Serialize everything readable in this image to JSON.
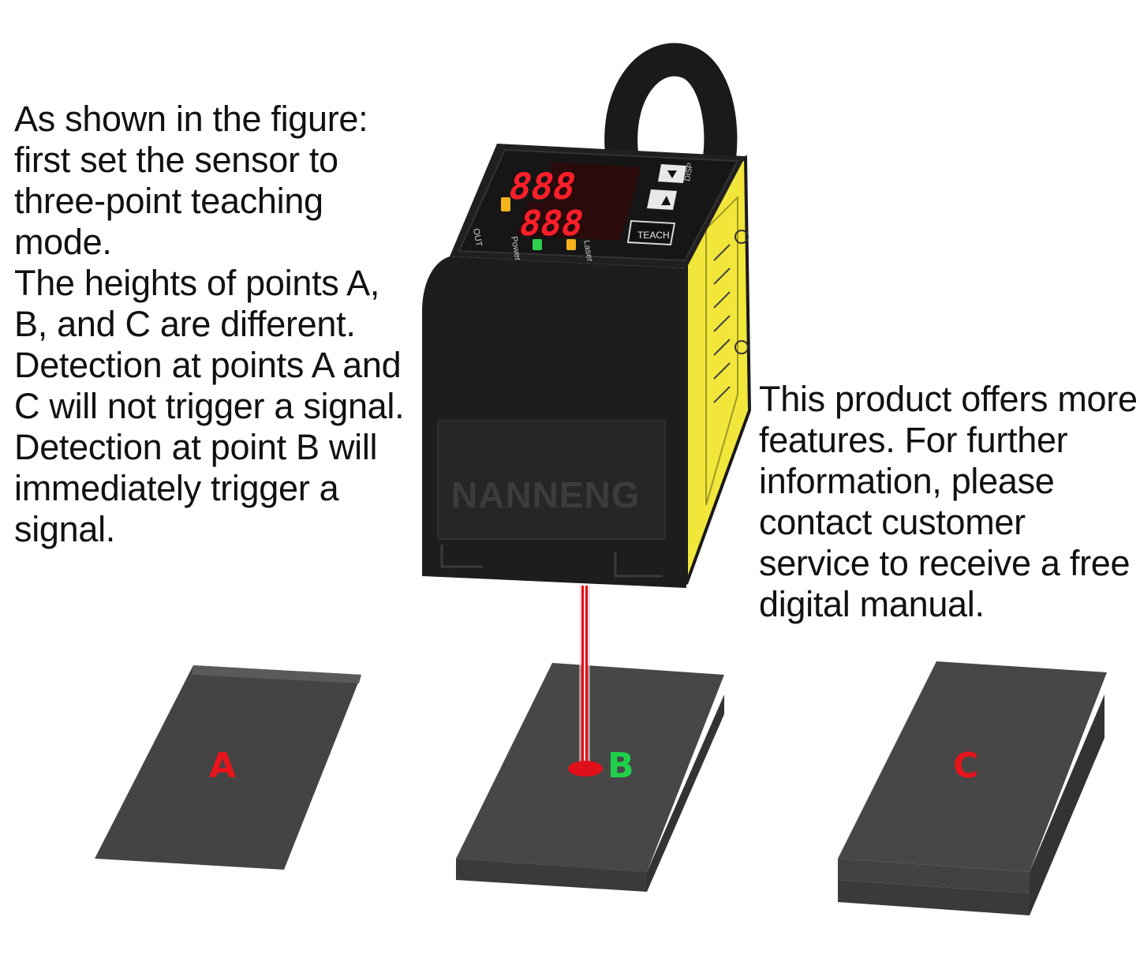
{
  "left_text": {
    "p1": "As shown in the figure: first set the sensor to three-point teaching mode.",
    "p2": "The heights of points A, B, and C are different.",
    "p3": "Detection at points A and C will not trigger a signal.",
    "p4": "Detection at point B will immediately trigger a signal."
  },
  "right_text": {
    "p1": "This product offers more features. For further information, please contact customer service to receive a free digital manual."
  },
  "sensor": {
    "brand": "NANNENG",
    "display_top": "888",
    "display_bottom": "888",
    "label_out": "OUT",
    "label_power": "Power",
    "label_laser": "Laser",
    "label_teach": "TEACH",
    "label_disp": "DISP"
  },
  "plates": [
    {
      "label": "A",
      "color": "#e8141b"
    },
    {
      "label": "B",
      "color": "#1fd14a"
    },
    {
      "label": "C",
      "color": "#e8141b"
    }
  ],
  "colors": {
    "plate": "#4a4a4a",
    "sensor_body": "#1d1d1d",
    "sensor_side": "#f2e63a",
    "laser": "#e0101a"
  }
}
